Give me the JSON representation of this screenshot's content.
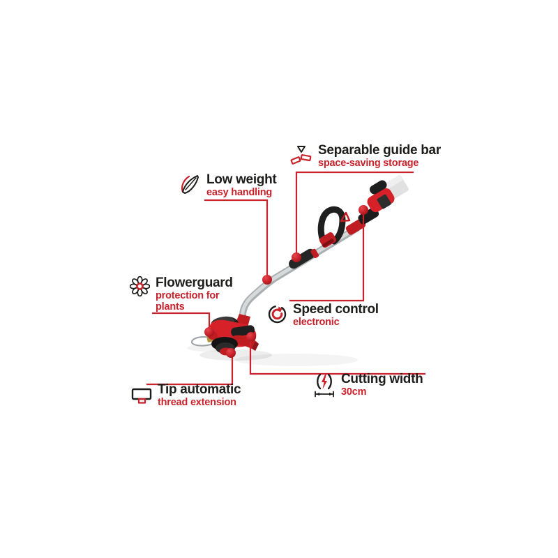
{
  "image_type": "product feature infographic of a cordless grass trimmer",
  "colors": {
    "accent_red": "#c9222b",
    "text_black": "#1d1d1b",
    "machine_red": "#d62128",
    "machine_red_dark": "#9e1418",
    "machine_black": "#1f1f1f",
    "shaft_gray": "#c5c9cb",
    "battery_gray": "#d2d2d2",
    "page_bg": "#ffffff"
  },
  "features": [
    {
      "icon": "separable-bar-icon",
      "title": "Separable guide bar",
      "subtitle": "space-saving storage"
    },
    {
      "icon": "feather-icon",
      "title": "Low weight",
      "subtitle": "easy handling"
    },
    {
      "icon": "flower-icon",
      "title": "Flowerguard",
      "subtitle": "protection for plants"
    },
    {
      "icon": "rotation-icon",
      "title": "Speed control",
      "subtitle": "electronic"
    },
    {
      "icon": "spool-icon",
      "title": "Tip automatic",
      "subtitle": "thread extension"
    },
    {
      "icon": "cutting-width-icon",
      "title": "Cutting width",
      "subtitle": "30cm"
    }
  ]
}
